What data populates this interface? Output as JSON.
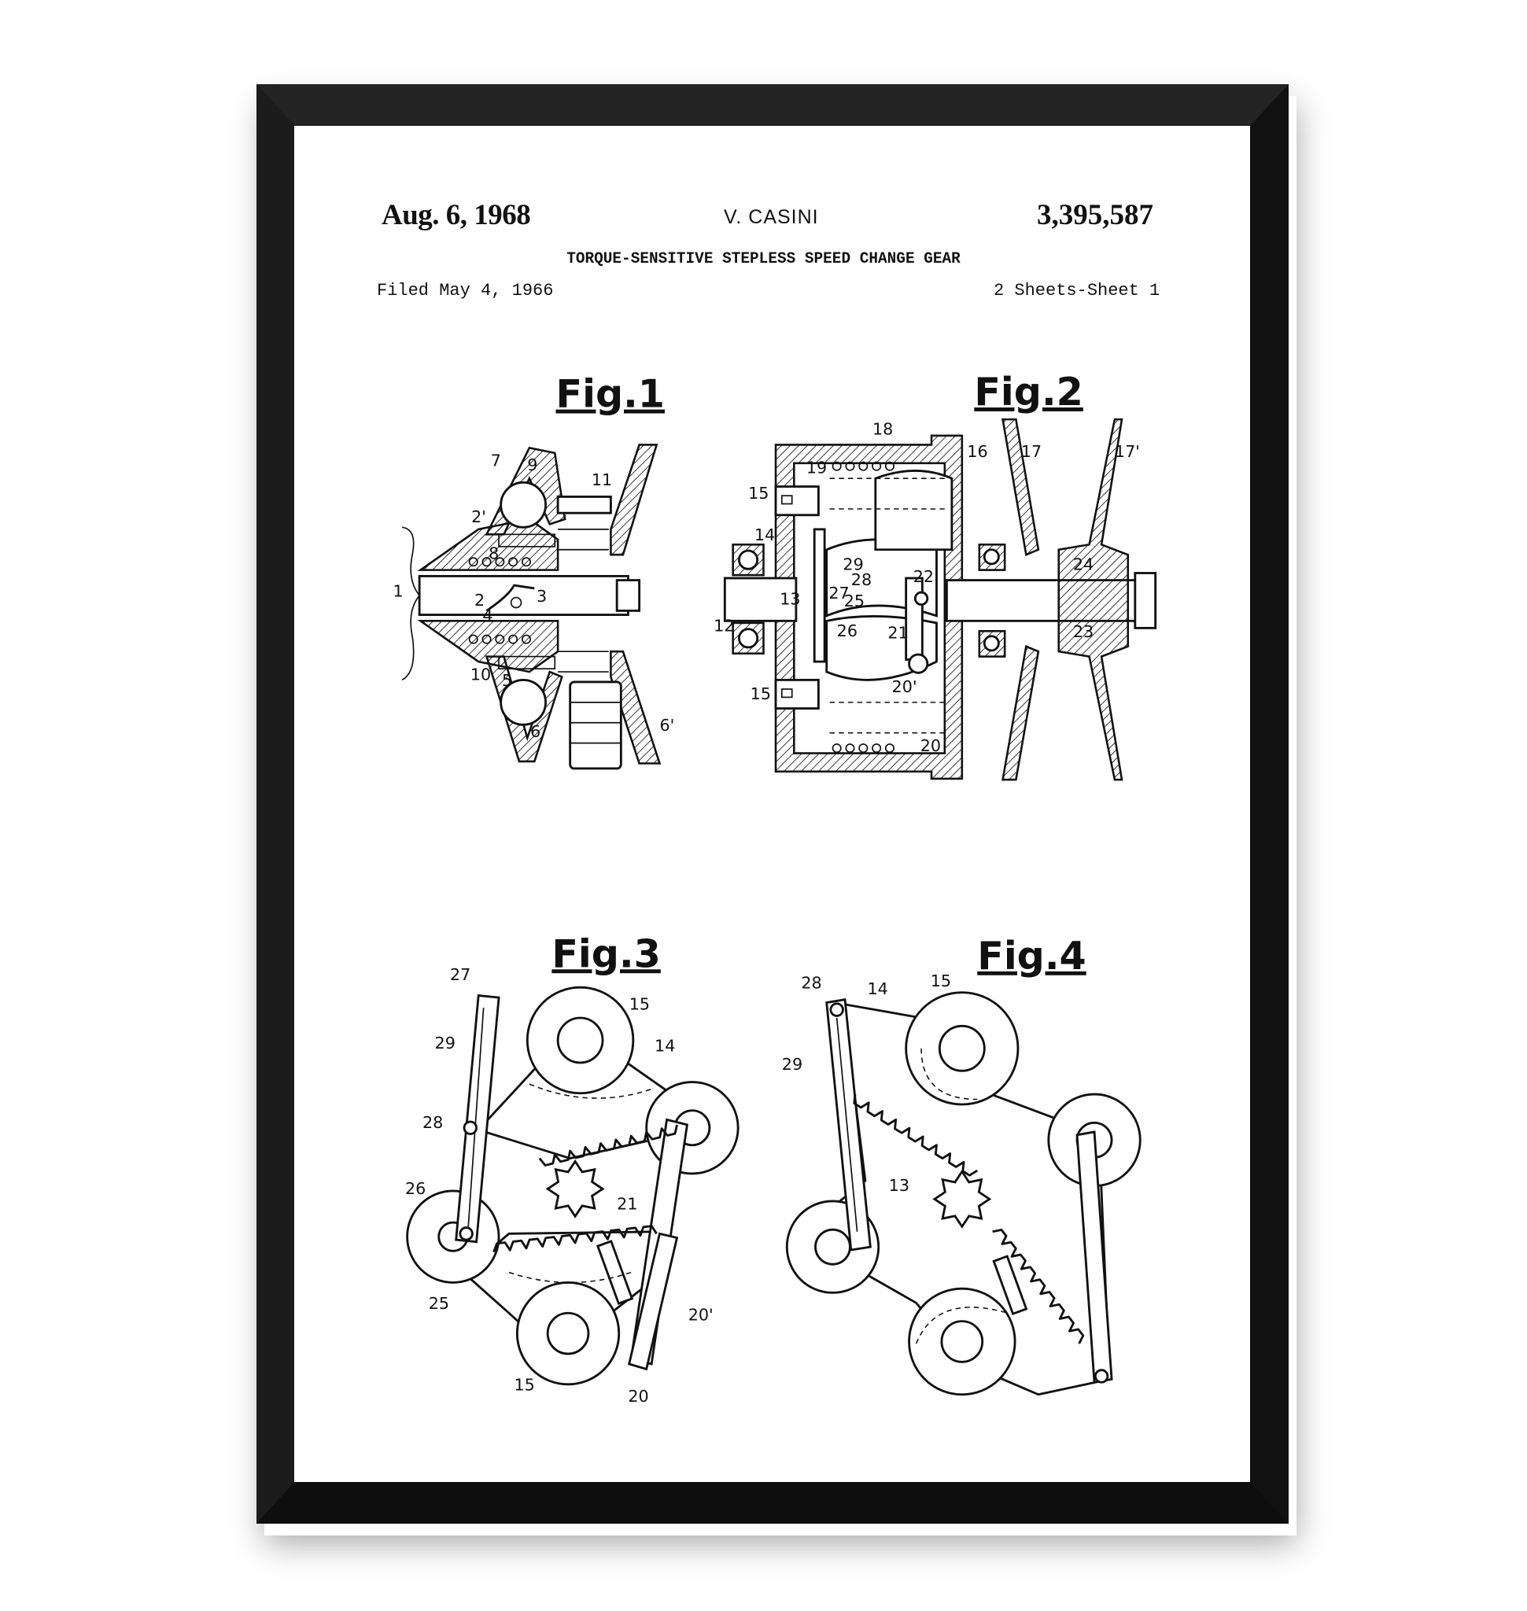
{
  "header": {
    "date": "Aug. 6, 1968",
    "inventor": "V. CASINI",
    "patent_number": "3,395,587",
    "title": "TORQUE-SENSITIVE STEPLESS SPEED CHANGE GEAR",
    "filed": "Filed May 4, 1966",
    "sheets": "2 Sheets-Sheet 1"
  },
  "figures": {
    "fig1": {
      "title": "Fig.1",
      "labels": [
        "7",
        "9",
        "11",
        "2'",
        "8",
        "1",
        "2",
        "3",
        "4",
        "10",
        "5",
        "6",
        "6'"
      ]
    },
    "fig2": {
      "title": "Fig.2",
      "labels": [
        "18",
        "16",
        "17",
        "17'",
        "19",
        "15",
        "14",
        "29",
        "28",
        "22",
        "27",
        "24",
        "25",
        "13",
        "12",
        "26",
        "21",
        "23",
        "15",
        "20'",
        "20"
      ]
    },
    "fig3": {
      "title": "Fig.3",
      "labels": [
        "27",
        "15",
        "29",
        "14",
        "28",
        "26",
        "21",
        "25",
        "20'",
        "15",
        "20"
      ]
    },
    "fig4": {
      "title": "Fig.4",
      "labels": [
        "28",
        "14",
        "15",
        "29",
        "13"
      ]
    }
  },
  "colors": {
    "frame": "#161616",
    "paper": "#ffffff",
    "ink": "#111111"
  }
}
